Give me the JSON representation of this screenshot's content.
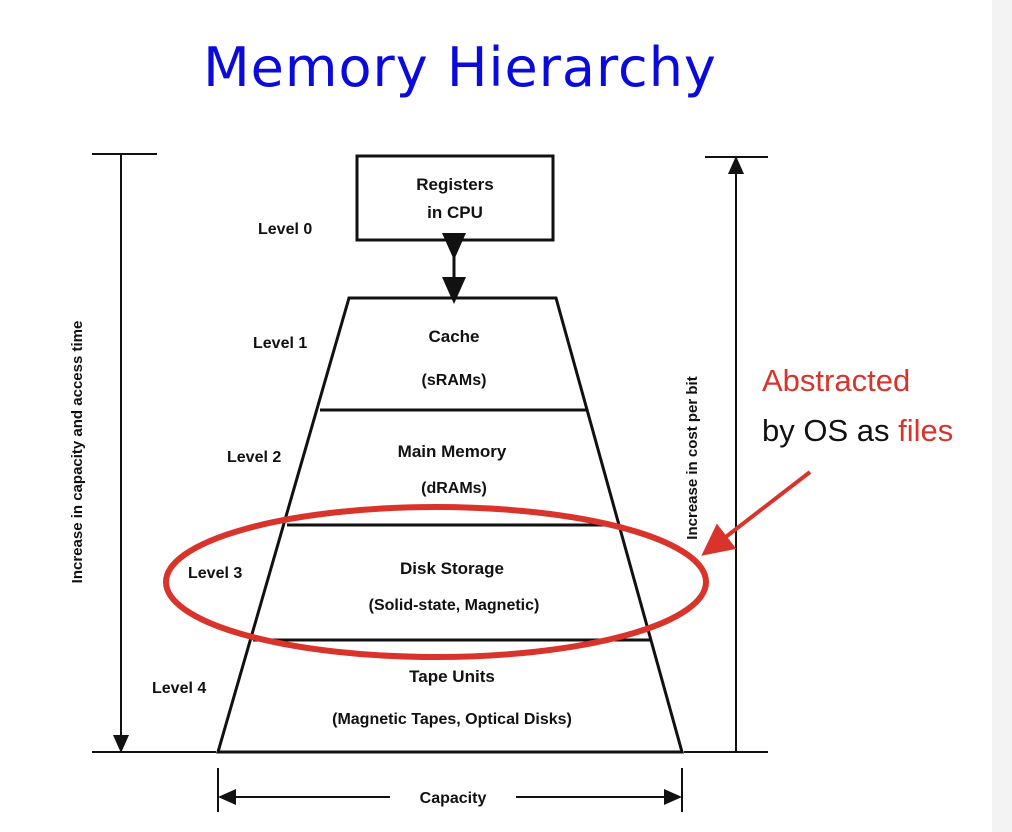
{
  "title": "Memory Hierarchy",
  "levels": [
    {
      "label": "Level 0",
      "line1": "Registers",
      "line2": "in CPU"
    },
    {
      "label": "Level 1",
      "line1": "Cache",
      "line2": "(sRAMs)"
    },
    {
      "label": "Level 2",
      "line1": "Main Memory",
      "line2": "(dRAMs)"
    },
    {
      "label": "Level 3",
      "line1": "Disk Storage",
      "line2": "(Solid-state, Magnetic)"
    },
    {
      "label": "Level 4",
      "line1": "Tape Units",
      "line2": "(Magnetic Tapes, Optical Disks)"
    }
  ],
  "axes": {
    "left": "Increase in capacity and access time",
    "right": "Increase in cost per bit",
    "bottom": "Capacity"
  },
  "annotation": {
    "line1": "Abstracted",
    "line2_prefix": "by OS as ",
    "line2_highlight": "files"
  },
  "colors": {
    "title": "#0a0adc",
    "highlight": "#d9342b",
    "ink": "#111111"
  }
}
